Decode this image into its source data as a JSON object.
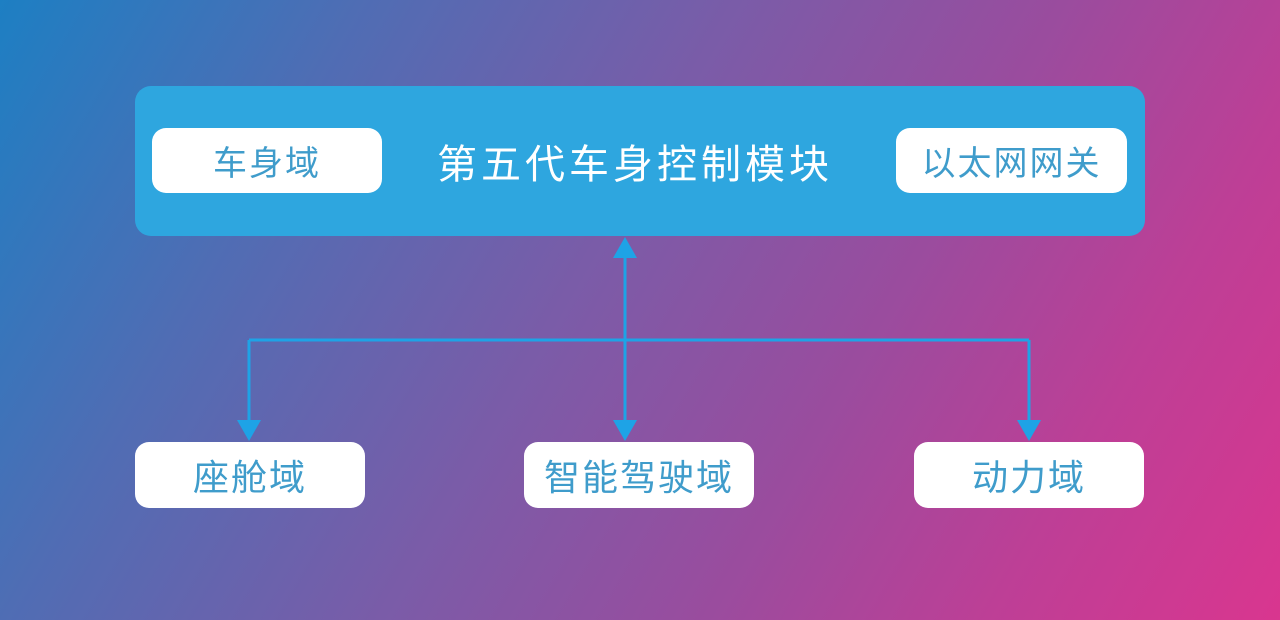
{
  "diagram": {
    "top_module": {
      "title": "第五代车身控制模块",
      "left_tag": "车身域",
      "right_tag": "以太网网关"
    },
    "domains": [
      {
        "label": "座舱域"
      },
      {
        "label": "智能驾驶域"
      },
      {
        "label": "动力域"
      }
    ],
    "colors": {
      "background_start": "#1d7fc3",
      "background_end": "#d9368f",
      "module_fill": "#2ea6df",
      "connector": "#1ea3e6",
      "tag_text": "#3f9ccb",
      "box_fill": "#ffffff"
    }
  }
}
